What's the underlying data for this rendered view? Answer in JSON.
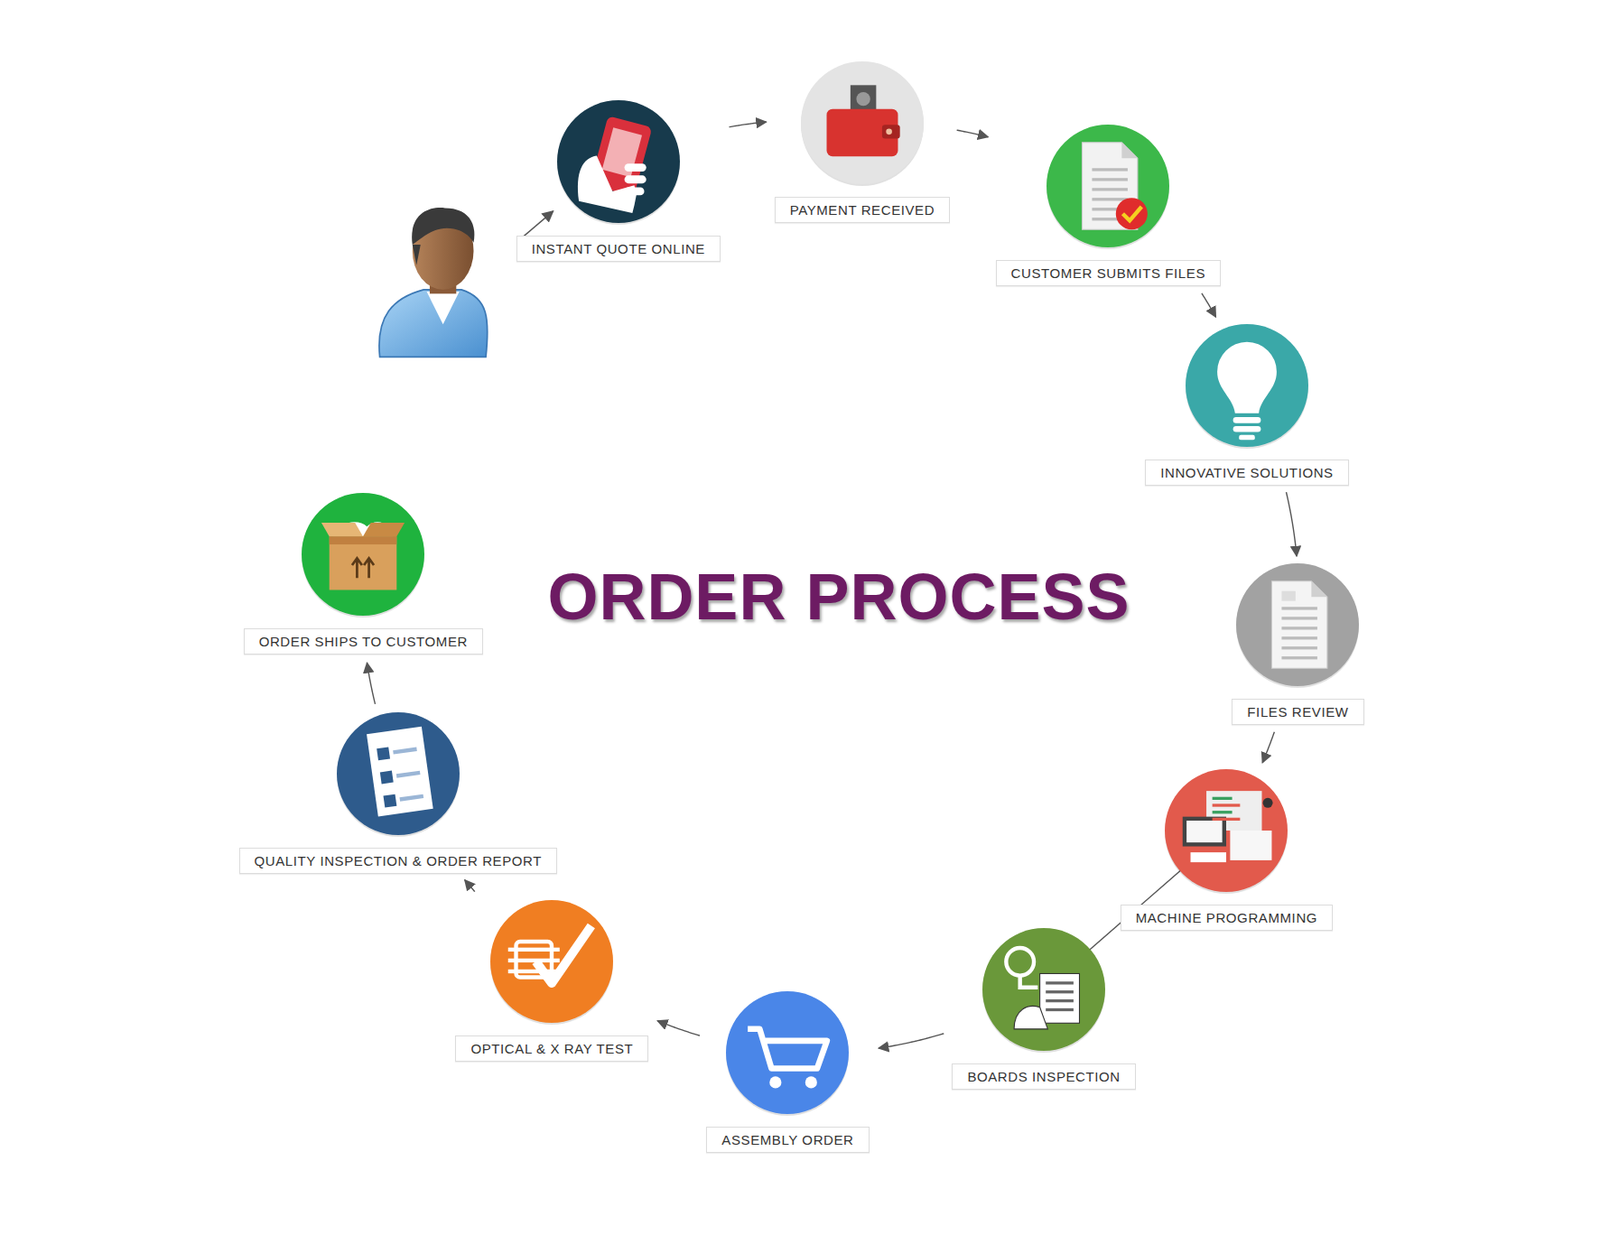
{
  "diagram": {
    "title": "ORDER PROCESS",
    "nodes": [
      {
        "text": [
          "INSTANT QUOTE ONLINE"
        ]
      },
      {
        "text": [
          "PAYMENT RECEIVED"
        ]
      },
      {
        "text": [
          "CUSTOMER SUBMITS FILES"
        ]
      },
      {
        "text": [
          "INNOVATIVE SOLUTIONS"
        ]
      },
      {
        "text": [
          "FILES REVIEW"
        ]
      },
      {
        "text": [
          "MACHINE PROGRAMMING"
        ]
      },
      {
        "text": [
          "BOARDS INSPECTION"
        ]
      },
      {
        "text": [
          "ASSEMBLY ORDER"
        ]
      },
      {
        "text": [
          "OPTICAL & X RAY TEST"
        ]
      },
      {
        "text": [
          "QUALITY INSPECTION & ORDER REPORT"
        ]
      },
      {
        "text": [
          "ORDER SHIPS TO CUSTOMER"
        ]
      }
    ],
    "edges": [
      {
        "from": 0,
        "to": 1,
        "arrow": "to"
      },
      {
        "from": 1,
        "to": 2,
        "arrow": "to"
      },
      {
        "from": 2,
        "to": 3,
        "arrow": "to"
      },
      {
        "from": 3,
        "to": 4,
        "arrow": "to"
      },
      {
        "from": 4,
        "to": 5,
        "arrow": "to"
      },
      {
        "from": 5,
        "to": 6,
        "arrow": "to"
      },
      {
        "from": 6,
        "to": 7,
        "arrow": "to"
      },
      {
        "from": 7,
        "to": 8,
        "arrow": "to"
      },
      {
        "from": 8,
        "to": 9,
        "arrow": "to"
      },
      {
        "from": 9,
        "to": 10,
        "arrow": "to"
      }
    ]
  }
}
